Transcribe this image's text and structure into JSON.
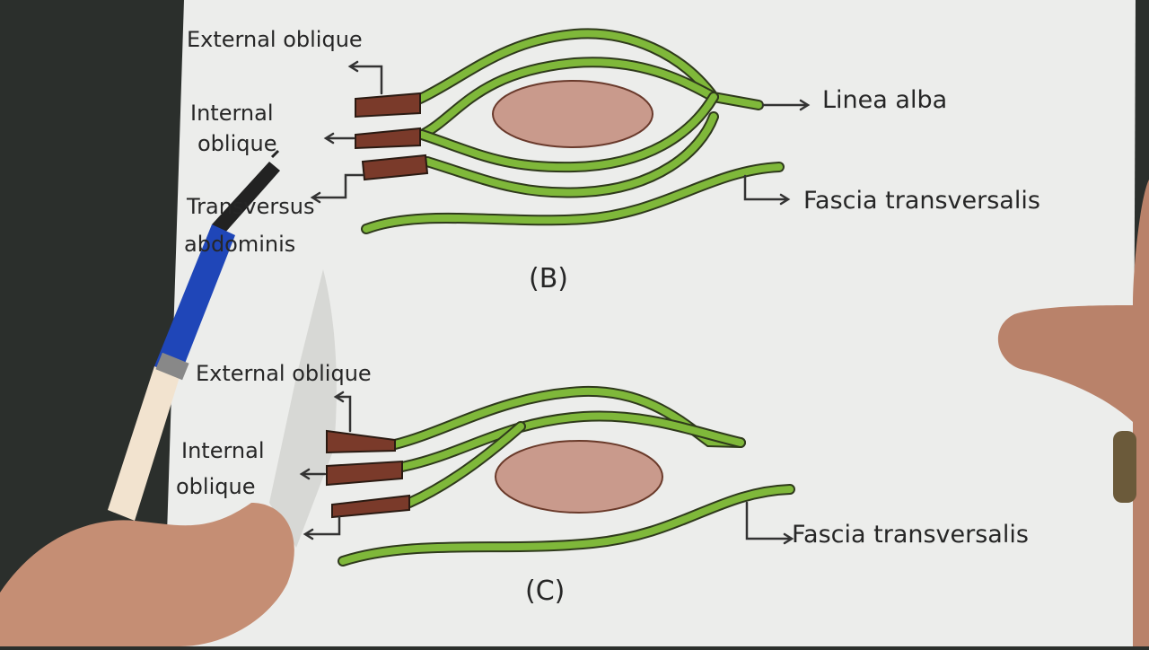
{
  "diagram_b": {
    "figure_label": "(B)",
    "labels": {
      "external_oblique": "External oblique",
      "internal_oblique_line1": "Internal",
      "internal_oblique_line2": "oblique",
      "transversus_line1": "Transversus",
      "transversus_line2": "abdominis",
      "linea_alba": "Linea alba",
      "fascia_transversalis": "Fascia transversalis"
    }
  },
  "diagram_c": {
    "figure_label": "(C)",
    "labels": {
      "external_oblique": "External oblique",
      "internal_oblique_line1": "Internal",
      "internal_oblique_line2": "oblique",
      "fascia_transversalis": "Fascia transversalis"
    }
  },
  "colors": {
    "aponeurosis_green": "#7fb83a",
    "muscle_brown": "#7a3a2a",
    "rectus_fill": "#c99a8c",
    "paper": "#ecedeb",
    "pen_blue": "#1f46b8",
    "background": "#2b2f2c"
  }
}
